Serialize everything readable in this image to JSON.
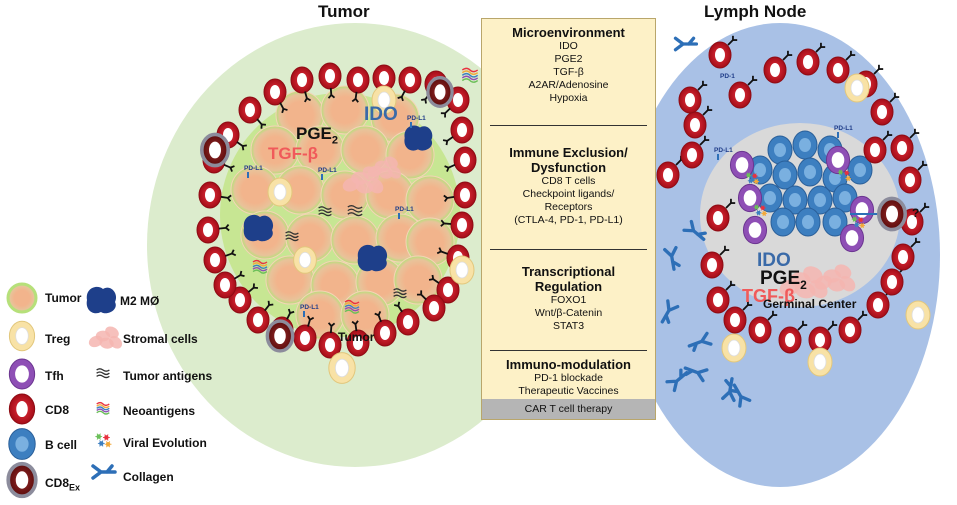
{
  "titles": {
    "tumor": "Tumor",
    "lymph_node": "Lymph Node"
  },
  "tumor_region": {
    "molecules": {
      "ido": "IDO",
      "pge2_base": "PGE",
      "pge2_sub": "2",
      "tgfb": "TGF-β"
    },
    "checkpoint_label": "PD-L1",
    "bottom_label": "Tumor"
  },
  "lymph_node_region": {
    "molecules": {
      "ido": "IDO",
      "pge2_base": "PGE",
      "pge2_sub": "2",
      "tgfb": "TGF-β"
    },
    "pd1_label": "PD-1",
    "pdl1_label": "PD-L1",
    "germinal_center": "Germinal Center",
    "question_mark": "?"
  },
  "center_box": {
    "sections": [
      {
        "heading": [
          "Microenvironment"
        ],
        "items": [
          "IDO",
          "PGE2",
          "TGF-β",
          "A2AR/Adenosine",
          "Hypoxia"
        ]
      },
      {
        "heading": [
          "Immune Exclusion/",
          "Dysfunction"
        ],
        "items": [
          "CD8 T cells",
          "Checkpoint ligands/",
          "Receptors",
          "(CTLA-4, PD-1, PD-L1)"
        ]
      },
      {
        "heading": [
          "Transcriptional",
          "Regulation"
        ],
        "items": [
          "FOXO1",
          "Wnt/β-Catenin",
          "STAT3"
        ]
      },
      {
        "heading": [
          "Immuno-modulation"
        ],
        "items": [
          "PD-1 blockade",
          "Therapeutic Vaccines"
        ]
      }
    ],
    "footer": "CAR T cell therapy"
  },
  "legend_left": [
    {
      "label": "Tumor",
      "icon": "tumor-cell-icon"
    },
    {
      "label": "Treg",
      "icon": "treg-cell-icon"
    },
    {
      "label": "Tfh",
      "icon": "tfh-cell-icon"
    },
    {
      "label": "CD8",
      "icon": "cd8-cell-icon"
    },
    {
      "label": "B cell",
      "icon": "b-cell-icon"
    },
    {
      "label": "CD8",
      "label_sub": "Ex",
      "icon": "cd8-exhausted-cell-icon"
    }
  ],
  "legend_right": [
    {
      "label": "M2 MØ",
      "icon": "m2-macrophage-icon"
    },
    {
      "label": "Stromal cells",
      "icon": "stromal-cell-icon"
    },
    {
      "label": "Tumor antigens",
      "icon": "tumor-antigen-icon"
    },
    {
      "label": "Neoantigens",
      "icon": "neoantigen-icon"
    },
    {
      "label": "Viral Evolution",
      "icon": "viral-evolution-icon"
    },
    {
      "label": "Collagen",
      "icon": "collagen-icon"
    }
  ],
  "colors": {
    "tumor_bg": "#dceccd",
    "tumor_cell": "#f2b48c",
    "lymph_bg": "#a9c1e6",
    "germinal_bg": "#d9d9d9",
    "cd8_red": "#c1121f",
    "treg_yellow": "#f8e2a6",
    "tfh_purple": "#8e4fb5",
    "b_cell_blue": "#3d7fc0",
    "collagen_blue": "#2d6fb7",
    "macrophage_navy": "#1e3f8a",
    "pink_text": "#f05a5a",
    "ido_blue": "#3a6aa8"
  }
}
